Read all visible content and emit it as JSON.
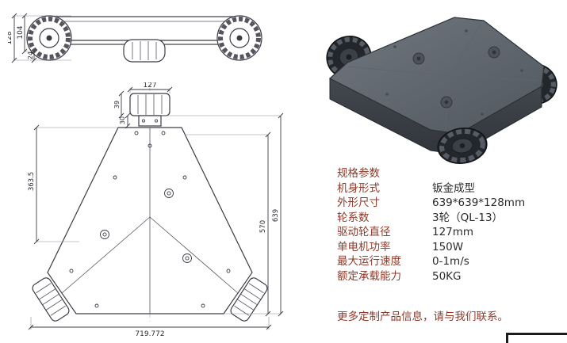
{
  "theme": {
    "accent_text_color": "#8e3b2b",
    "drawing_line_color": "#3c3c46",
    "chassis_color": "#5b6169"
  },
  "drawing": {
    "side_view": {
      "dims": {
        "total_height": "128",
        "body_height": "104",
        "ground_clearance": "24"
      }
    },
    "top_view": {
      "dims": {
        "wheel_width": "127",
        "mount_offset": "39",
        "bracket_depth": "30",
        "left_span": "363.5",
        "overall_height": "639",
        "inner_height": "570",
        "overall_width": "719.772"
      }
    }
  },
  "specs": {
    "title": "规格参数",
    "rows": [
      {
        "label": "机身形式",
        "value": "钣金成型"
      },
      {
        "label": "外形尺寸",
        "value": "639*639*128mm"
      },
      {
        "label": "轮系数",
        "value": "3轮（QL-13）"
      },
      {
        "label": "驱动轮直径",
        "value": "127mm"
      },
      {
        "label": "单电机功率",
        "value": "150W"
      },
      {
        "label": "最大运行速度",
        "value": "0-1m/s"
      },
      {
        "label": "额定承载能力",
        "value": "50KG"
      }
    ],
    "contact_note": "更多定制产品信息，请与我们联系。"
  }
}
